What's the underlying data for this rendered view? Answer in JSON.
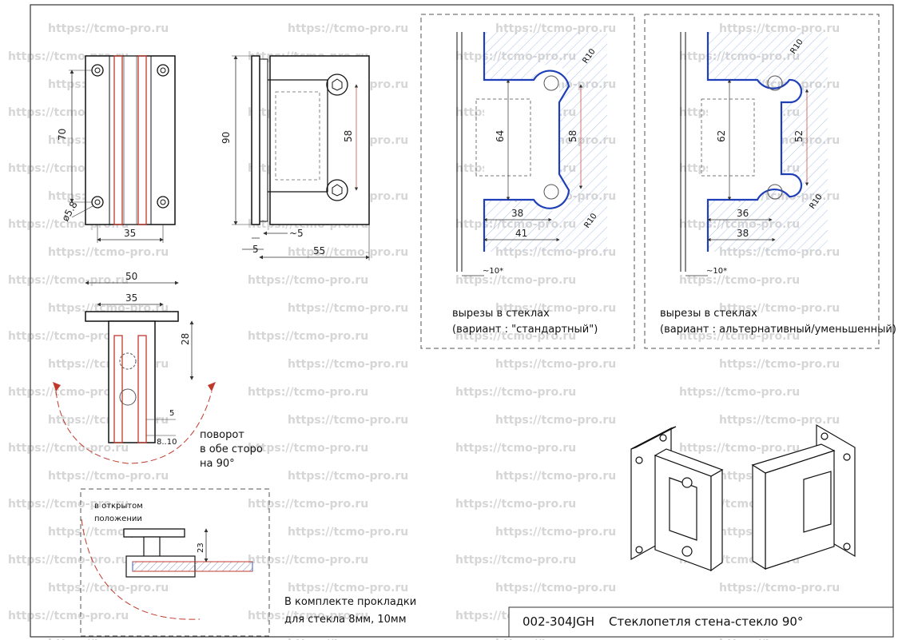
{
  "watermark": "https://tcmo-pro.ru",
  "front_view": {
    "dim_height": "70",
    "dim_width": "35",
    "dim_hole": "ø5.8"
  },
  "side_view": {
    "dim_height": "90",
    "dim_inner": "58",
    "dim_5": "5",
    "dim_approx5": "~5",
    "dim_55": "55"
  },
  "top_view": {
    "dim_50": "50",
    "dim_35": "35",
    "dim_28": "28",
    "dim_5": "5",
    "dim_glass": "8..10",
    "rotation_note": [
      "поворот",
      "в обе сторо",
      "на 90°"
    ]
  },
  "open_view": {
    "label": [
      "в открытом",
      "положении"
    ],
    "dim_23": "23"
  },
  "kit_note": [
    "В комплекте прокладки",
    "для стекла 8мм, 10мм"
  ],
  "cutout_standard": {
    "r_top": "R10",
    "r_bottom": "R10",
    "dim_64": "64",
    "dim_58": "58",
    "dim_38": "38",
    "dim_41": "41",
    "dim_angle": "~10*",
    "caption": [
      "вырезы в стеклах",
      "(вариант : \"стандартный\")"
    ]
  },
  "cutout_alternative": {
    "r_top": "R10",
    "r_bottom": "R10",
    "dim_62": "62",
    "dim_52": "52",
    "dim_36": "36",
    "dim_38": "38",
    "dim_angle": "~10*",
    "caption": [
      "вырезы в стеклах",
      "(вариант : альтернативный/уменьшенный)"
    ]
  },
  "title_block": {
    "code": "002-304JGH",
    "name": "Стеклопетля стена-стекло 90°"
  }
}
